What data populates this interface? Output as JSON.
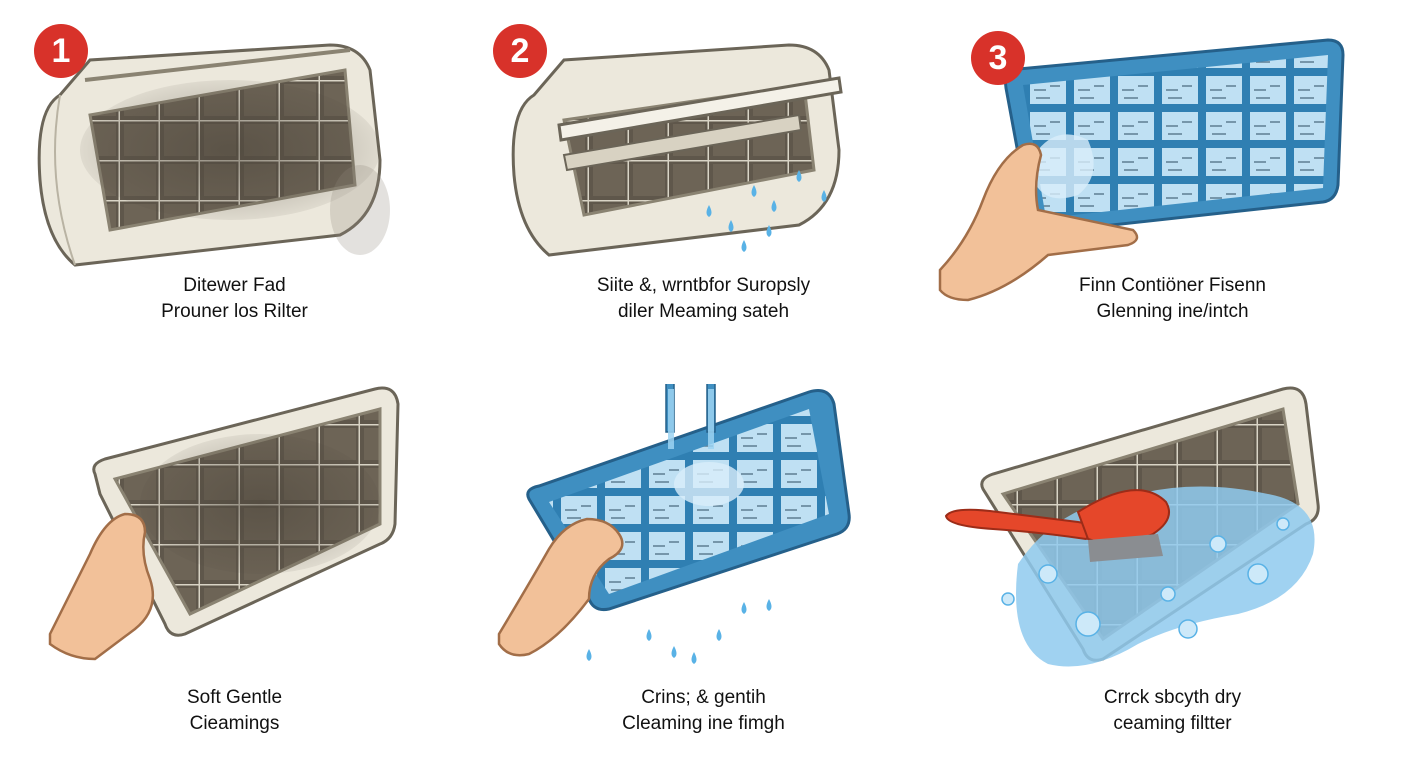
{
  "colors": {
    "badge": "#d8322a",
    "unit_body": "#ece8dc",
    "dirty_filter": "#5f574b",
    "clean_filter": "#3f8fc1",
    "water": "#59b2e6",
    "skin": "#f2c199",
    "brush": "#e5472a"
  },
  "panels": [
    {
      "badge": "1",
      "caption": [
        "Ditewer Fad",
        "Prouner los Rilter"
      ],
      "icon": "dirty-ac-unit"
    },
    {
      "badge": "2",
      "caption": [
        "Siite &, wrntbfor Suropsly",
        "diler Meaming sateh"
      ],
      "icon": "open-ac-unit"
    },
    {
      "badge": "3",
      "caption": [
        "Finn Contiöner Fisenn",
        "Glenning ine/intch"
      ],
      "icon": "hand-clean-filter"
    },
    {
      "badge": "",
      "caption": [
        "Soft Gentle",
        "Cieamings"
      ],
      "icon": "hand-dirty-filter"
    },
    {
      "badge": "",
      "caption": [
        "Crins; & gentih",
        "Cleaming ine fimgh"
      ],
      "icon": "faucet-rinse-filter"
    },
    {
      "badge": "",
      "caption": [
        "Crrck sbcyth dry",
        "ceaming filtter"
      ],
      "icon": "brush-scrub-filter"
    }
  ]
}
